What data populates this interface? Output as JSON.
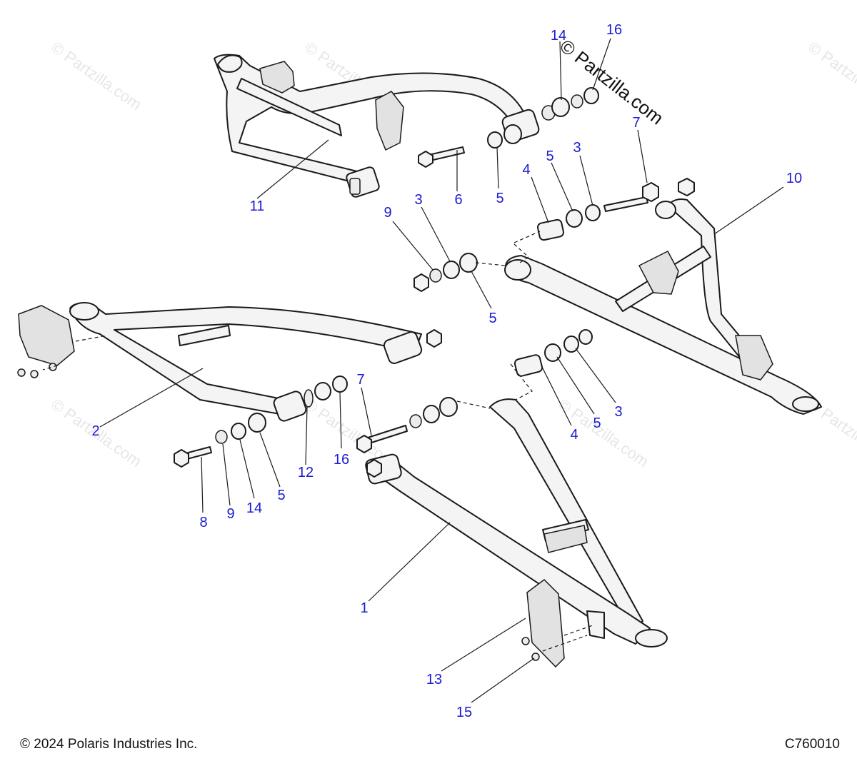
{
  "watermark": "© Partzilla.com",
  "copyright": "© 2024 Polaris Industries Inc.",
  "figure_id": "C760010",
  "callouts": [
    {
      "id": "c-14-top",
      "text": "14"
    },
    {
      "id": "c-16-top",
      "text": "16"
    },
    {
      "id": "c-7-top",
      "text": "7"
    },
    {
      "id": "c-5-a",
      "text": "5"
    },
    {
      "id": "c-3-a",
      "text": "3"
    },
    {
      "id": "c-4-a",
      "text": "4"
    },
    {
      "id": "c-10",
      "text": "10"
    },
    {
      "id": "c-11",
      "text": "11"
    },
    {
      "id": "c-6",
      "text": "6"
    },
    {
      "id": "c-5-b",
      "text": "5"
    },
    {
      "id": "c-9-a",
      "text": "9"
    },
    {
      "id": "c-3-b",
      "text": "3"
    },
    {
      "id": "c-5-c",
      "text": "5"
    },
    {
      "id": "c-2",
      "text": "2"
    },
    {
      "id": "c-7-b",
      "text": "7"
    },
    {
      "id": "c-16-b",
      "text": "16"
    },
    {
      "id": "c-12",
      "text": "12"
    },
    {
      "id": "c-5-d",
      "text": "5"
    },
    {
      "id": "c-14-b",
      "text": "14"
    },
    {
      "id": "c-9-b",
      "text": "9"
    },
    {
      "id": "c-8",
      "text": "8"
    },
    {
      "id": "c-4-b",
      "text": "4"
    },
    {
      "id": "c-5-e",
      "text": "5"
    },
    {
      "id": "c-3-c",
      "text": "3"
    },
    {
      "id": "c-1",
      "text": "1"
    },
    {
      "id": "c-13",
      "text": "13"
    },
    {
      "id": "c-15",
      "text": "15"
    }
  ]
}
